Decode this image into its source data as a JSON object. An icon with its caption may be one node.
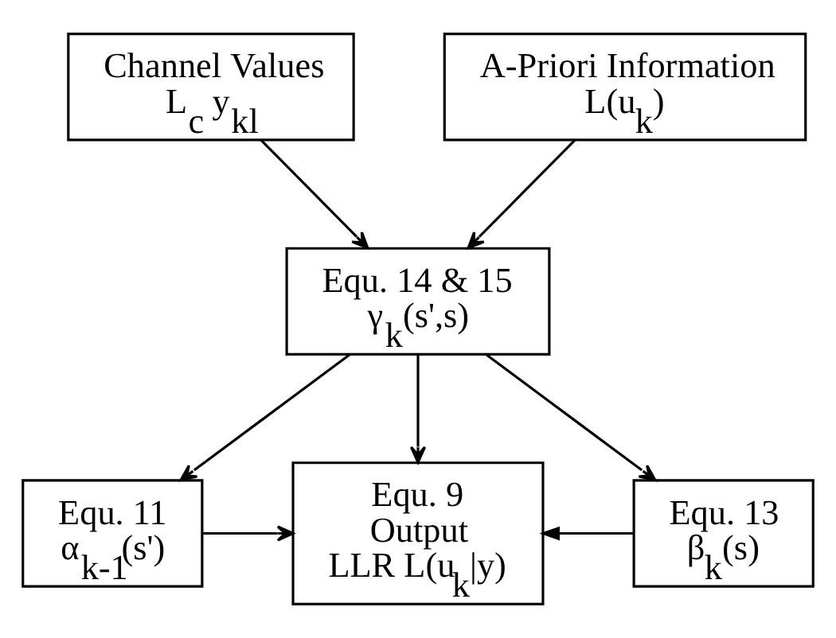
{
  "diagram": {
    "nodes": [
      {
        "text": [
          "Channel Values",
          "L$_{c}$ y$_{kl}$"
        ]
      },
      {
        "text": [
          "A-Priori Information",
          "L(u$_{k}$)"
        ]
      },
      {
        "text": [
          "Equ. 14 & 15",
          "γ$_{k}$(s',s)"
        ]
      },
      {
        "text": [
          "Equ. 11",
          "α$_{k-1}$(s')"
        ]
      },
      {
        "text": [
          "Equ. 9",
          "Output",
          "LLR L(u$_{k}$|y)"
        ]
      },
      {
        "text": [
          "Equ. 13",
          "β$_{k}$(s)"
        ]
      }
    ],
    "edges": [
      {
        "from": 0,
        "to": 2,
        "arrow": "to"
      },
      {
        "from": 1,
        "to": 2,
        "arrow": "to"
      },
      {
        "from": 2,
        "to": 3,
        "arrow": "to"
      },
      {
        "from": 2,
        "to": 4,
        "arrow": "to"
      },
      {
        "from": 2,
        "to": 5,
        "arrow": "to"
      },
      {
        "from": 3,
        "to": 4,
        "arrow": "to"
      },
      {
        "from": 5,
        "to": 4,
        "arrow": "to"
      }
    ]
  }
}
